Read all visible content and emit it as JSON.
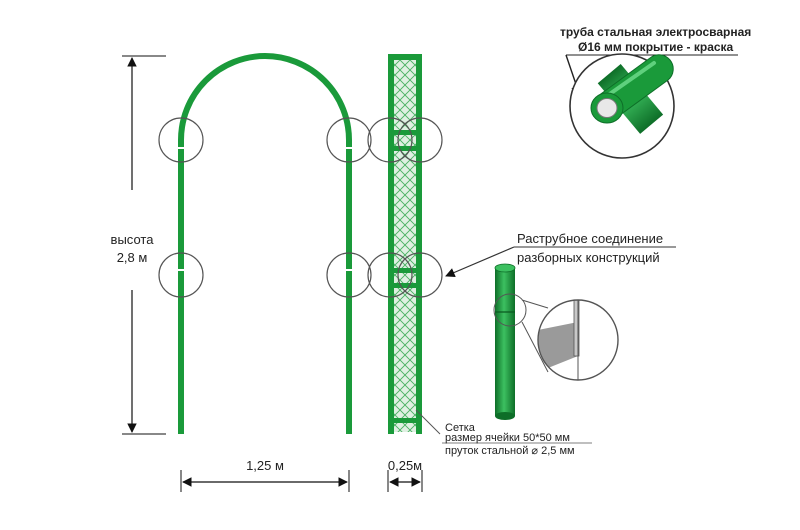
{
  "height": {
    "label": "высота",
    "value": "2,8 м"
  },
  "width_arch": "1,25 м",
  "width_side": "0,25м",
  "pipe": {
    "line1": "труба стальная электросварная",
    "line2": "Ø16 мм покрытие - краска"
  },
  "joint": {
    "line1": "Раструбное соединение",
    "line2": "разборных конструкций"
  },
  "mesh": {
    "line1": "Сетка",
    "line2": "размер ячейки 50*50 мм",
    "line3": "пруток стальной  ⌀ 2,5 мм"
  },
  "colors": {
    "pipe_green": "#1a9a3a",
    "pipe_dark": "#0e6e28",
    "mesh_green": "#48b060",
    "outline": "#333333"
  }
}
